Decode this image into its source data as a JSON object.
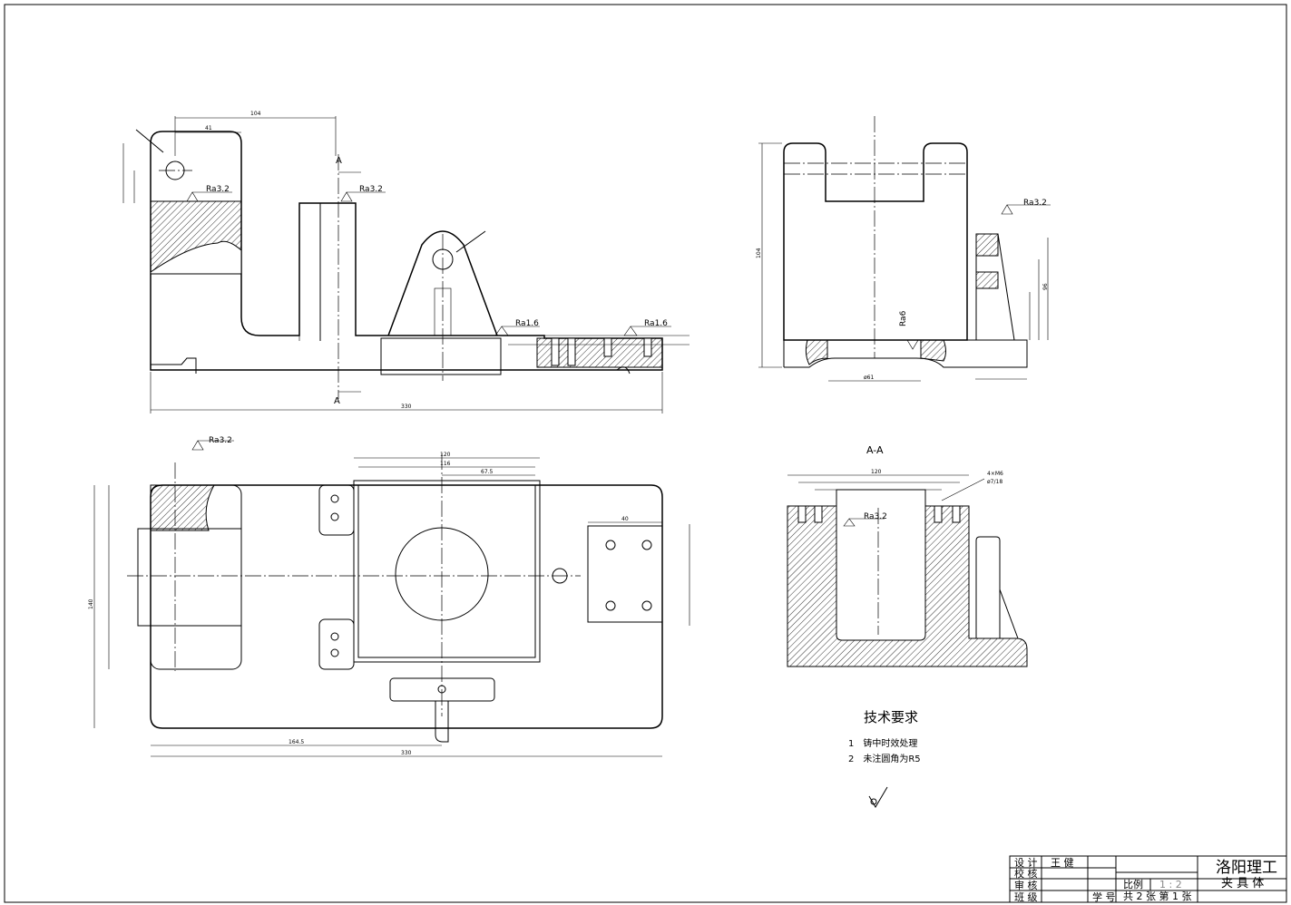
{
  "section_label": "A-A",
  "cut_labels": {
    "top": "A",
    "bottom": "A"
  },
  "roughness": {
    "r1": "Ra3.2",
    "r2": "Ra3.2",
    "r3": "Ra1.6",
    "r4": "Ra1.6",
    "r5": "Ra3.2",
    "r6": "Ra3.2",
    "r7": "Ra3.2",
    "r8": "Ra6"
  },
  "dimensions": {
    "d1": "104",
    "d2": "41",
    "d3": "330",
    "d4": "330",
    "d5": "140",
    "d6": "120",
    "d7": "116",
    "d8": "67.5",
    "d9": "40",
    "d10": "164.5",
    "d11": "120",
    "d12": "104",
    "d13": "96",
    "d14": "ø61",
    "d15": "4×M6",
    "d16": "ø7/18"
  },
  "tech_requirements": {
    "title": "技术要求",
    "items": [
      "1　铸中时效处理",
      "2　未注圆角为R5"
    ]
  },
  "title_block": {
    "company": "洛阳理工",
    "part_name": "夹 具 体",
    "design_label": "设 计",
    "designer": "王 健",
    "check_label": "校 核",
    "review_label": "审 核",
    "class_label": "班 级",
    "student_no_label": "学 号",
    "scale_label": "比例",
    "scale_value": "1 : 2",
    "sheets": "共 2 张 第 1 张"
  }
}
